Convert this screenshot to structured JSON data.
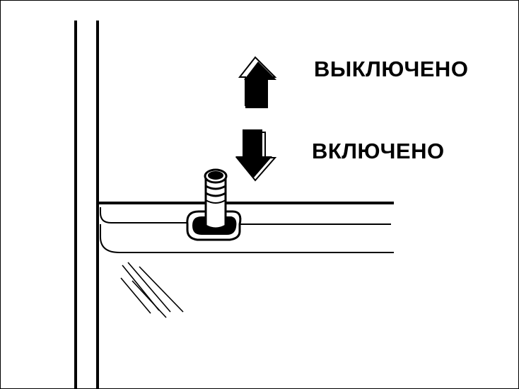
{
  "labels": {
    "off": "ВЫКЛЮЧЕНО",
    "on": "ВКЛЮЧЕНО"
  },
  "icons": {
    "up_arrow": "arrow-up-icon",
    "down_arrow": "arrow-down-icon",
    "lock_knob": "door-lock-knob"
  },
  "colors": {
    "ink": "#000000",
    "background": "#ffffff"
  }
}
